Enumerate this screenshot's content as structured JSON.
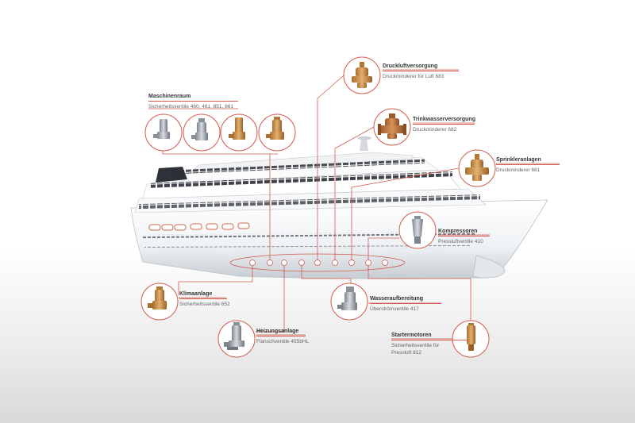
{
  "colors": {
    "accent_line": "#d35a4c",
    "hull": "#f2f4f6",
    "hull_shadow": "#c9ced4",
    "window_dark": "#2b2f36",
    "brass": "#c9924b",
    "steel": "#9aa0a8"
  },
  "callouts": [
    {
      "id": "maschinenraum",
      "title": "Maschinenraum",
      "subtitle": "Sicherheitsventile 460, 461, 851, 861",
      "icons": [
        "safety-valve-steel-icon",
        "safety-valve-steel-icon",
        "safety-valve-brass-icon",
        "safety-valve-brass-icon"
      ]
    },
    {
      "id": "druckluftversorgung",
      "title": "Druckluftversorgung",
      "subtitle": "Druckminderer für Luft 683",
      "icons": [
        "pressure-reducer-brass-icon"
      ]
    },
    {
      "id": "trinkwasserversorgung",
      "title": "Trinkwasserversorgung",
      "subtitle": "Druckminderer 682",
      "icons": [
        "pressure-reducer-bronze-icon"
      ]
    },
    {
      "id": "sprinkleranlagen",
      "title": "Sprinkleranlagen",
      "subtitle": "Druckminderer 681",
      "icons": [
        "pressure-reducer-brass-icon"
      ]
    },
    {
      "id": "kompressoren",
      "title": "Kompressoren",
      "subtitle": "Pressluftventile 410",
      "icons": [
        "air-valve-steel-icon"
      ]
    },
    {
      "id": "klimaanlage",
      "title": "Klimaanlage",
      "subtitle": "Sicherheitsventile 652",
      "icons": [
        "safety-valve-brass-icon"
      ]
    },
    {
      "id": "heizungsanlage",
      "title": "Heizungsanlage",
      "subtitle": "Flanschventile 455bHL",
      "icons": [
        "flange-valve-steel-icon"
      ]
    },
    {
      "id": "wasseraufbereitung",
      "title": "Wasseraufbereitung",
      "subtitle": "Überströmventile 417",
      "icons": [
        "overflow-valve-steel-icon"
      ]
    },
    {
      "id": "startermotoren",
      "title": "Startermotoren",
      "subtitle": "Sicherheitsventile für Pressluft 812",
      "subtitle_lines": [
        "Sicherheitsventile für",
        "Pressluft 812"
      ],
      "icons": [
        "safety-valve-brass-icon"
      ]
    }
  ]
}
